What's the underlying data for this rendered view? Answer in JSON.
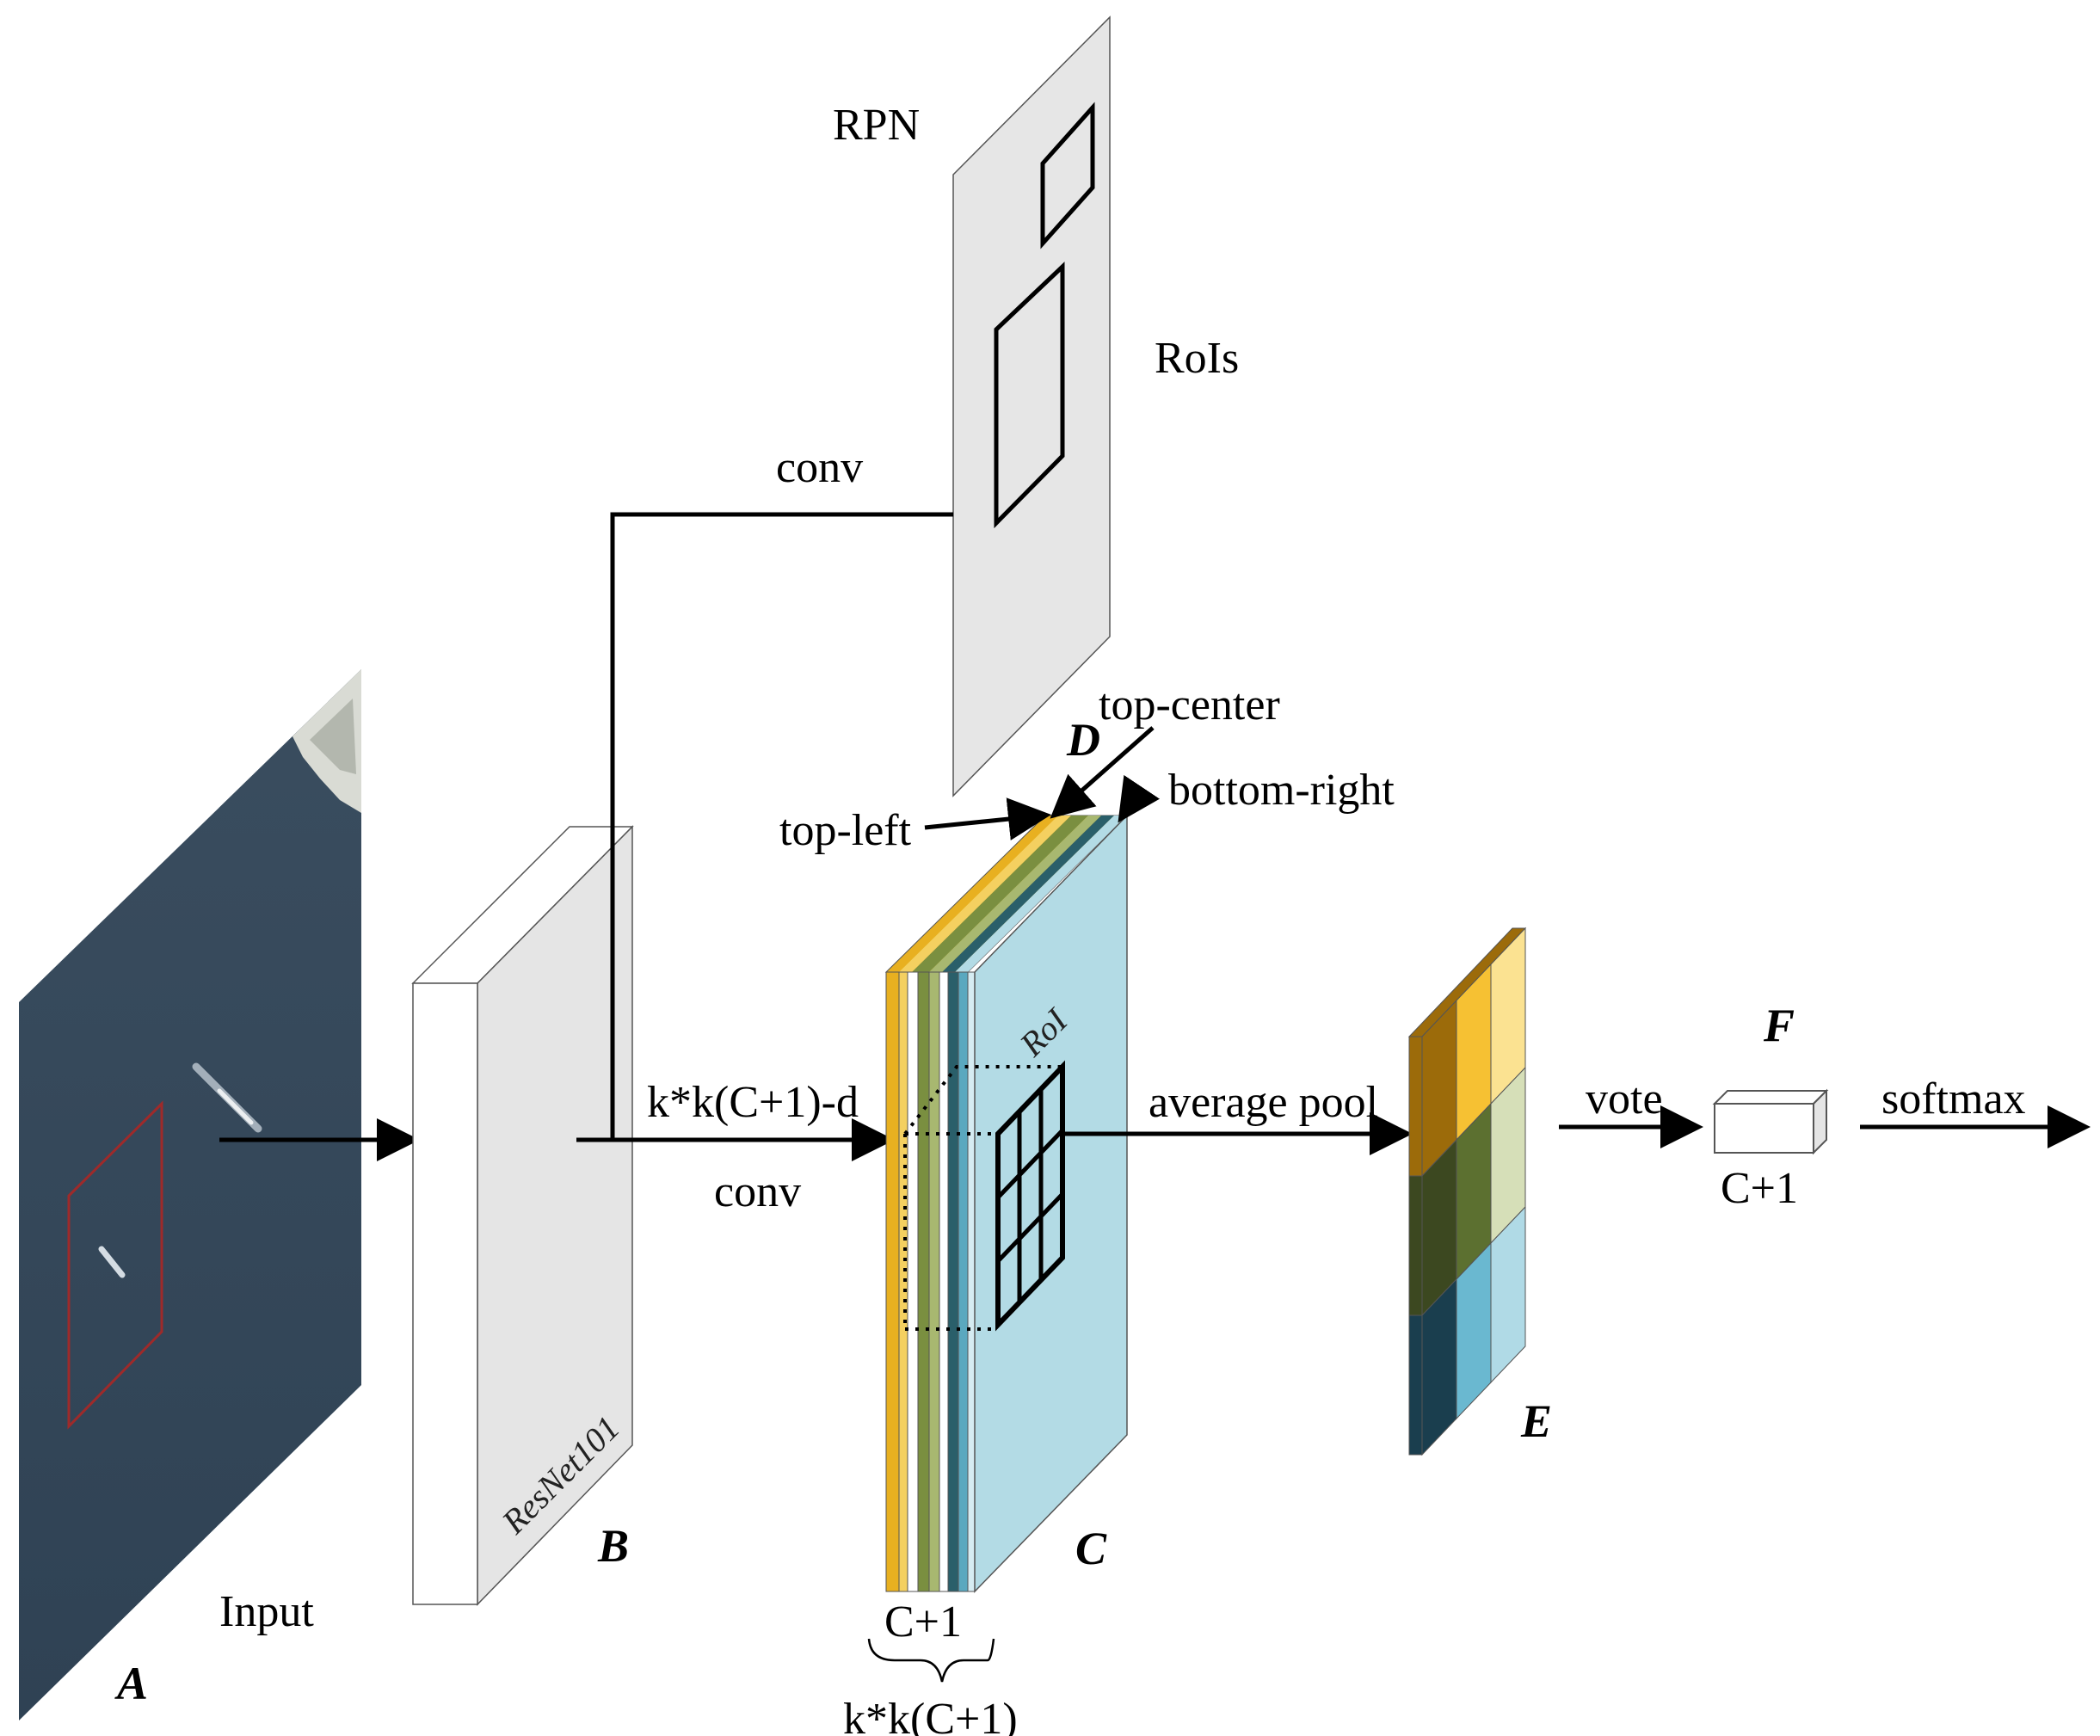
{
  "labels": {
    "rpn": "RPN",
    "rois": "RoIs",
    "conv_top": "conv",
    "conv_bottom": "conv",
    "kk_d": "k*k(C+1)-d",
    "top_center": "top-center",
    "top_left": "top-left",
    "bottom_right": "bottom-right",
    "roi": "RoI",
    "average_pool": "average pool",
    "vote": "vote",
    "softmax": "softmax",
    "c_plus_1_stack": "C+1",
    "kk_bottom": "k*k(C+1)",
    "c_plus_1_box": "C+1",
    "input": "Input",
    "resnet": "ResNet101"
  },
  "letters": {
    "a": "A",
    "b": "B",
    "c": "C",
    "d": "D",
    "e": "E",
    "f": "F"
  },
  "colors": {
    "ocean": "#36485a",
    "rpn_plane": "#e6e6e6",
    "stack_gold": "#e8b020",
    "stack_yellow": "#f4d060",
    "stack_olive": "#7a8f40",
    "stack_green": "#a8b870",
    "stack_teal": "#2a5f6a",
    "stack_blue": "#5aa8bf",
    "stack_light": "#b3dbe5",
    "roi_box": "#9e2a2a"
  },
  "pooled_grid": [
    [
      "#9c6b0a",
      "#f6c133",
      "#fbe291"
    ],
    [
      "#3c4820",
      "#5c7030",
      "#d6dfb8"
    ],
    [
      "#1a3e4e",
      "#6ab8d0",
      "#b0dae6"
    ]
  ]
}
